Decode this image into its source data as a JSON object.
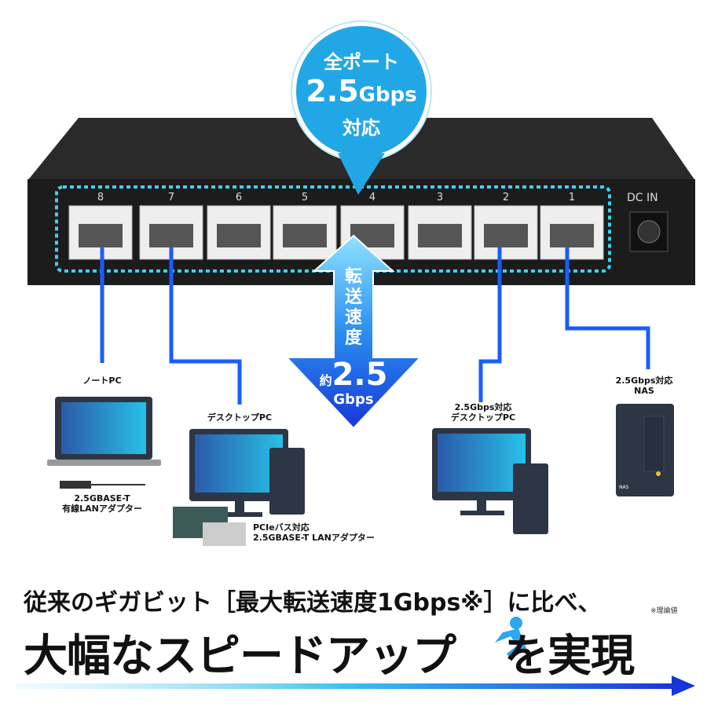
{
  "bubble": {
    "line1": "全ポート",
    "line2_num": "2.5",
    "line2_unit": "Gbps",
    "line3": "対応"
  },
  "switch": {
    "ports": [
      "8",
      "7",
      "6",
      "5",
      "4",
      "3",
      "2",
      "1"
    ],
    "dc_in": "DC IN"
  },
  "speed_arrow": {
    "label": "転送速度",
    "prefix": "約",
    "value": "2.5",
    "unit": "Gbps"
  },
  "devices": {
    "notebook": {
      "title": "ノートPC",
      "adapter": "2.5GBASE-T\n有線LANアダプター"
    },
    "desktop": {
      "title": "デスクトップPC",
      "adapter": "PCIeバス対応\n2.5GBASE-T LANアダプター"
    },
    "desktop25": {
      "title": "2.5Gbps対応\nデスクトップPC"
    },
    "nas": {
      "title": "2.5Gbps対応\nNAS",
      "badge": "NAS"
    }
  },
  "headline": {
    "line1": "従来のギガビット［最大転送速度1Gbps※］に比べ、",
    "line2a": "大幅なスピードアップ",
    "line2b": "を実現",
    "note": "※理論値"
  },
  "colors": {
    "accent": "#22a7e6",
    "line": "#1a5cff",
    "dark": "#1e1e1e"
  }
}
